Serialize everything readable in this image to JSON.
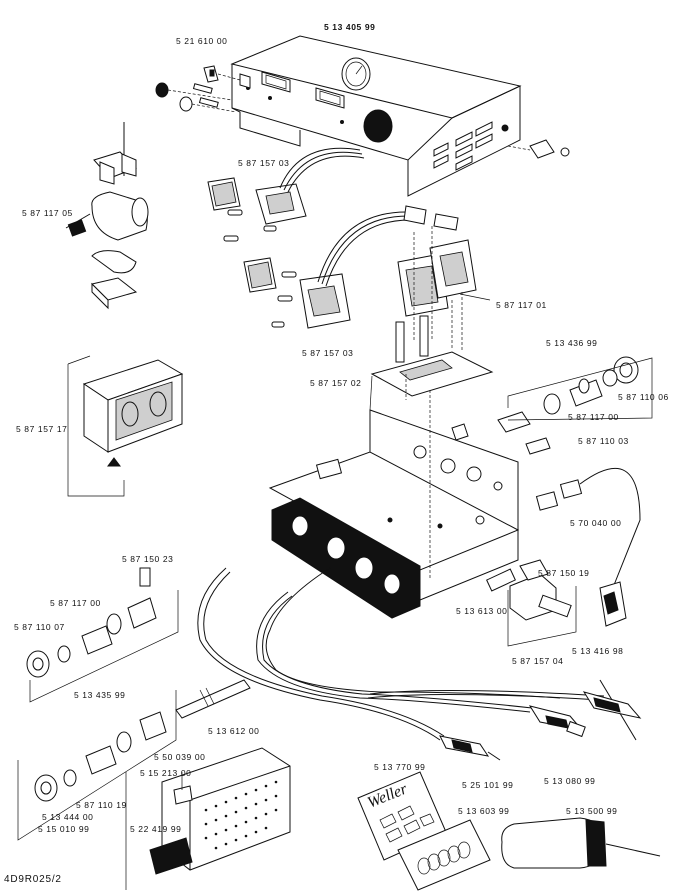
{
  "document_code": "4D9R025/2",
  "part_numbers": {
    "station_housing": "5 13 405 99",
    "power_switch": "5 21 610 00",
    "control_board_upper": "5 87 157 03",
    "control_board_lower": "5 87 157 03",
    "heater_element": "5 87 117 05",
    "connector_board": "5 87 117 01",
    "main_board": "5 87 157 02",
    "tip_assembly_kit_right": "5 13 436 99",
    "nut_right": "5 87 110 06",
    "sleeve_right": "5 87 117 00",
    "jack_socket": "5 87 110 03",
    "transformer": "5 87 157 17",
    "power_inlet": "5 70 040 00",
    "fuse_holder": "5 87 150 23",
    "sleeve_left": "5 87 117 00",
    "nut_left": "5 87 110 07",
    "tip_assembly_kit_left": "5 13 435 99",
    "valve_bracket": "5 87 150 19",
    "filter_valve": "5 13 613 00",
    "valve_nozzle": "5 13 416 98",
    "solenoid_valve": "5 87 157 04",
    "hose_fitting": "5 13 612 00",
    "holder_cage": "5 50 039 00",
    "holder_clip": "5 15 213 00",
    "nut_small": "5 87 110 19",
    "washer_set": "5 13 444 00",
    "tool_kit": "5 15 010 99",
    "holder_stand": "5 22 419 99",
    "manual_booklet": "5 13 770 99",
    "soldering_iron": "5 25 101 99",
    "desoldering_tool": "5 13 080 99",
    "tip_set": "5 13 603 99",
    "handpiece": "5 13 500 99"
  },
  "booklet_brand": "Weller"
}
